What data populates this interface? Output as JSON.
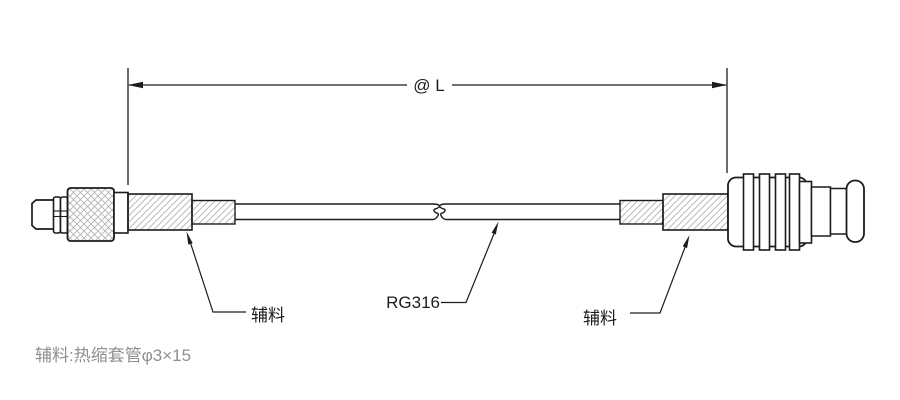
{
  "drawing": {
    "type": "cable-assembly-engineering-drawing",
    "dimension": {
      "label": "@ L"
    },
    "callouts": {
      "aux_left": "辅料",
      "cable_type": "RG316",
      "aux_right": "辅料"
    },
    "note": "辅料:热缩套管φ3×15",
    "colors": {
      "line": "#1c1c1c",
      "hatch": "#b3b3b3",
      "note_text": "#8f8f8f",
      "background": "#ffffff"
    }
  }
}
